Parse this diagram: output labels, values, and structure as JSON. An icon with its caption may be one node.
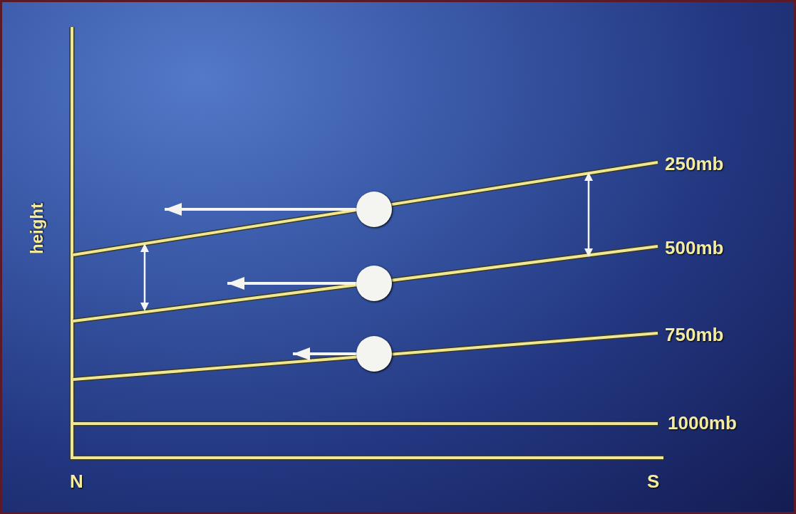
{
  "diagram": {
    "nodes": [
      {
        "text": [],
        "shape": "circle"
      },
      {
        "text": [],
        "shape": "circle"
      },
      {
        "text": [],
        "shape": "circle"
      }
    ],
    "edges": [
      {
        "from": 0,
        "to": null,
        "arrow": "to"
      },
      {
        "from": 1,
        "to": null,
        "arrow": "to"
      },
      {
        "from": 2,
        "to": null,
        "arrow": "to"
      }
    ],
    "labels": [
      "height",
      "250mb",
      "500mb",
      "750mb",
      "1000mb",
      "N",
      "S"
    ]
  }
}
